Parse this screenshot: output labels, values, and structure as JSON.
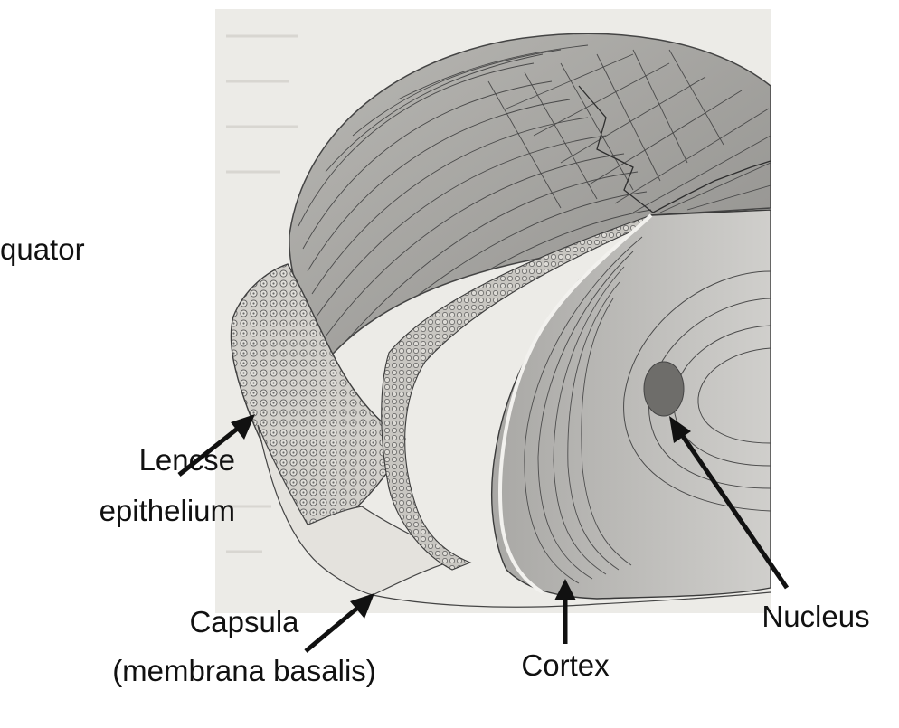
{
  "labels": {
    "equator": "quator",
    "epithelium_line1": "Lencse",
    "epithelium_line2": "epithelium",
    "capsula_line1": "Capsula",
    "capsula_line2": "(membrana basalis)",
    "cortex": "Cortex",
    "nucleus": "Nucleus"
  },
  "colors": {
    "paper": "#eceae5",
    "lens_surface": "#a8a7a4",
    "section": "#c4c3c0",
    "epithelium": "#cfcdc8",
    "line": "#3a3a3a",
    "arrow": "#111111"
  }
}
